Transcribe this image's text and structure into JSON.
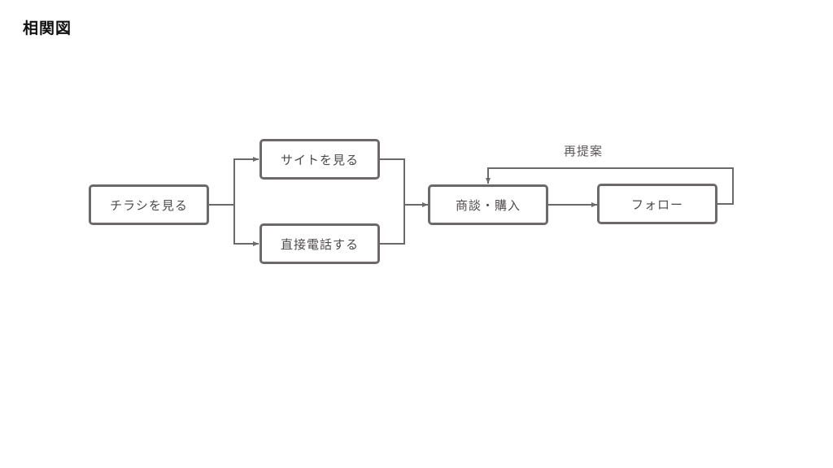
{
  "page": {
    "title": "相関図"
  },
  "nodes": {
    "flyer": "チラシを見る",
    "site": "サイトを見る",
    "phone": "直接電話する",
    "deal": "商談・購入",
    "follow": "フォロー"
  },
  "edges": {
    "repropose_label": "再提案"
  },
  "colors": {
    "stroke": "#6d6968",
    "text": "#4d4a49",
    "title": "#111111",
    "background": "#ffffff"
  }
}
